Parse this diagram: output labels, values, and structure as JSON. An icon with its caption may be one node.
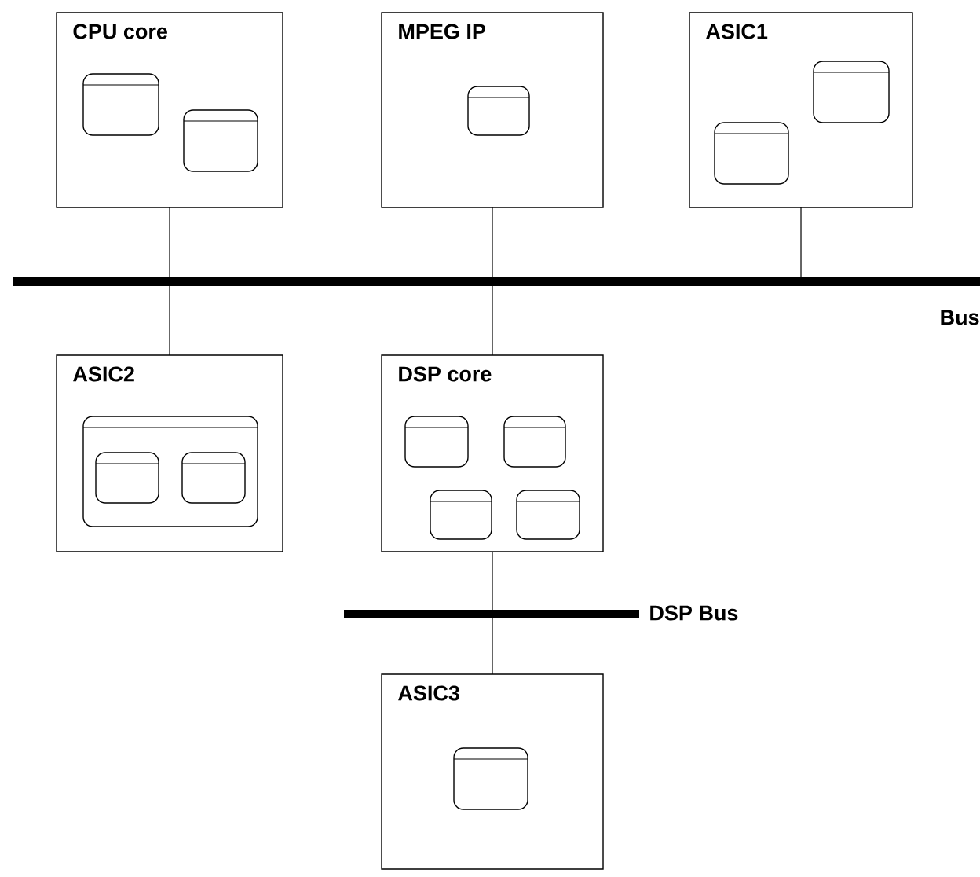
{
  "diagram": {
    "nodes": [
      {
        "text": [
          "CPU core"
        ]
      },
      {
        "text": [],
        "shape": "box",
        "in": 0
      },
      {
        "text": [],
        "shape": "box",
        "in": 0
      },
      {
        "text": [
          "MPEG IP"
        ]
      },
      {
        "text": [],
        "shape": "box",
        "in": 3
      },
      {
        "text": [
          "ASIC1"
        ]
      },
      {
        "text": [],
        "shape": "box",
        "in": 5
      },
      {
        "text": [],
        "shape": "box",
        "in": 5
      },
      {
        "text": [],
        "shape": "bar",
        "beside": [
          "Bus"
        ]
      },
      {
        "text": [
          "ASIC2"
        ]
      },
      {
        "text": [],
        "shape": "box",
        "in": 9
      },
      {
        "text": [],
        "shape": "box",
        "in": 10
      },
      {
        "text": [],
        "shape": "box",
        "in": 10
      },
      {
        "text": [
          "DSP core"
        ]
      },
      {
        "text": [],
        "shape": "box",
        "in": 13
      },
      {
        "text": [],
        "shape": "box",
        "in": 13
      },
      {
        "text": [],
        "shape": "box",
        "in": 13
      },
      {
        "text": [],
        "shape": "box",
        "in": 13
      },
      {
        "text": [],
        "shape": "bar",
        "beside": [
          "DSP Bus"
        ]
      },
      {
        "text": [
          "ASIC3"
        ]
      },
      {
        "text": [],
        "shape": "box",
        "in": 19
      }
    ],
    "edges": [
      {
        "from": 0,
        "to": 8,
        "arrow": "none"
      },
      {
        "from": 3,
        "to": 8,
        "arrow": "none"
      },
      {
        "from": 5,
        "to": 8,
        "arrow": "none"
      },
      {
        "from": 8,
        "to": 9,
        "arrow": "none"
      },
      {
        "from": 8,
        "to": 13,
        "arrow": "none"
      },
      {
        "from": 13,
        "to": 18,
        "arrow": "none"
      },
      {
        "from": 18,
        "to": 19,
        "arrow": "none"
      }
    ]
  }
}
